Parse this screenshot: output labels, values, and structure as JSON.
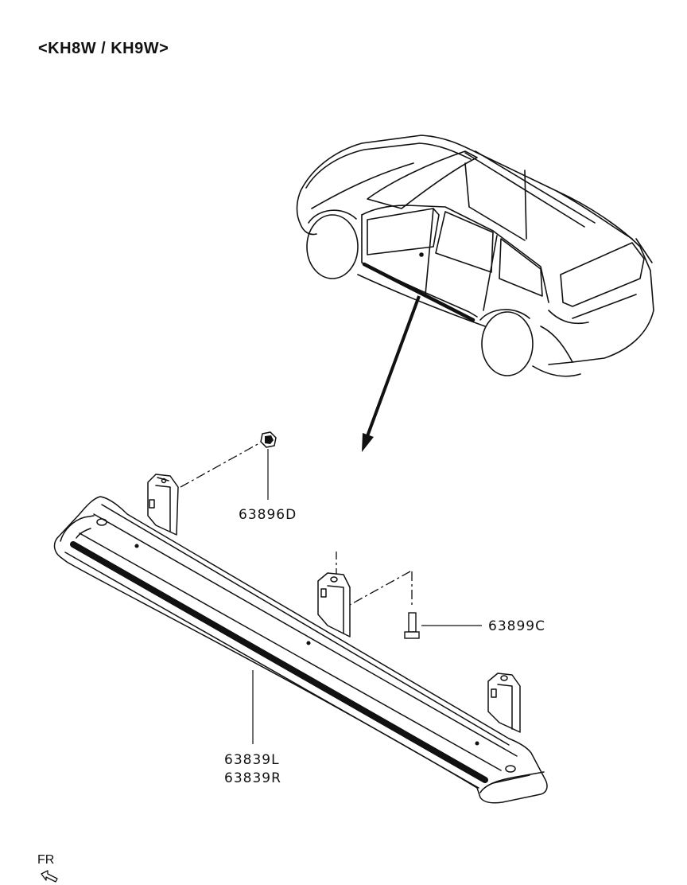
{
  "title": "<KH8W / KH9W>",
  "parts": {
    "nut": "63896D",
    "bolt": "63899C",
    "step_left": "63839L",
    "step_right": "63839R"
  },
  "orientation": {
    "label": "FR",
    "icon": "front-direction-arrow-icon"
  }
}
